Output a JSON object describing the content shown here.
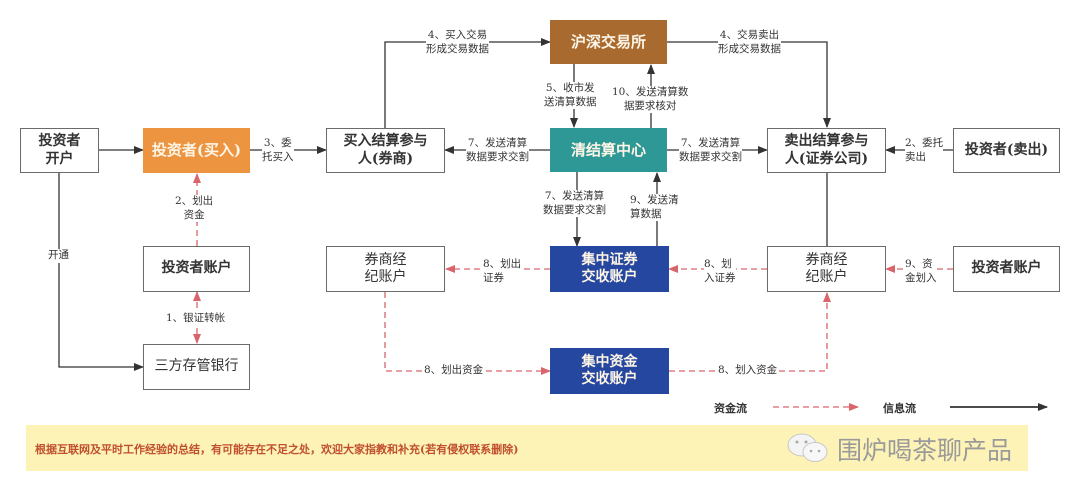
{
  "colors": {
    "exchange": "#a86a2f",
    "clearing": "#2e9896",
    "investor_buy": "#ec9440",
    "central_account": "#2547a0",
    "info_line": "#333333",
    "money_line": "#d9656a",
    "banner_bg": "#fdf3b6",
    "banner_text": "#c0502e"
  },
  "nodes": {
    "investor_open": "投资者\n开户",
    "investor_buy": "投资者(买入)",
    "buy_participant": "买入结算参与\n人(券商)",
    "exchange": "沪深交易所",
    "clearing_center": "清结算中心",
    "sell_participant": "卖出结算参与\n人(证券公司)",
    "investor_sell": "投资者(卖出)",
    "investor_account_left": "投资者账户",
    "custody_bank": "三方存管银行",
    "broker_account_left": "券商经\n纪账户",
    "central_securities": "集中证券\n交收账户",
    "broker_account_right": "券商经\n纪账户",
    "investor_account_right": "投资者账户",
    "central_funds": "集中资金\n交收账户"
  },
  "edges": {
    "step3": "3、委\n托买入",
    "step4_buy": "4、买入交易\n形成交易数据",
    "step4_sell": "4、交易卖出\n形成交易数据",
    "step5": "5、收市发\n送清算数据",
    "step10": "10、发送清算数\n据要求核对",
    "step7_left": "7、发送清算\n数据要求交割",
    "step7_right": "7、发送清算\n数据要求交割",
    "step7_down": "7、发送清算\n数据要求交割",
    "step9_up": "9、发送清\n算数据",
    "step2_sell": "2、委托\n卖出",
    "step2_funds": "2、划出\n资金",
    "open_account": "开通",
    "step1": "1、银证转帐",
    "step8_out_sec": "8、划出\n证券",
    "step8_in_sec": "8、划\n入证券",
    "step9_funds_in": "9、资\n金划入",
    "step8_out_funds": "8、划出资金",
    "step8_in_funds": "8、划入资金"
  },
  "legend": {
    "money_flow": "资金流",
    "info_flow": "信息流"
  },
  "banner": {
    "text": "根据互联网及平时工作经验的总结，有可能存在不足之处，欢迎大家指教和补充(若有侵权联系删除)",
    "watermark": "围炉喝茶聊产品"
  }
}
